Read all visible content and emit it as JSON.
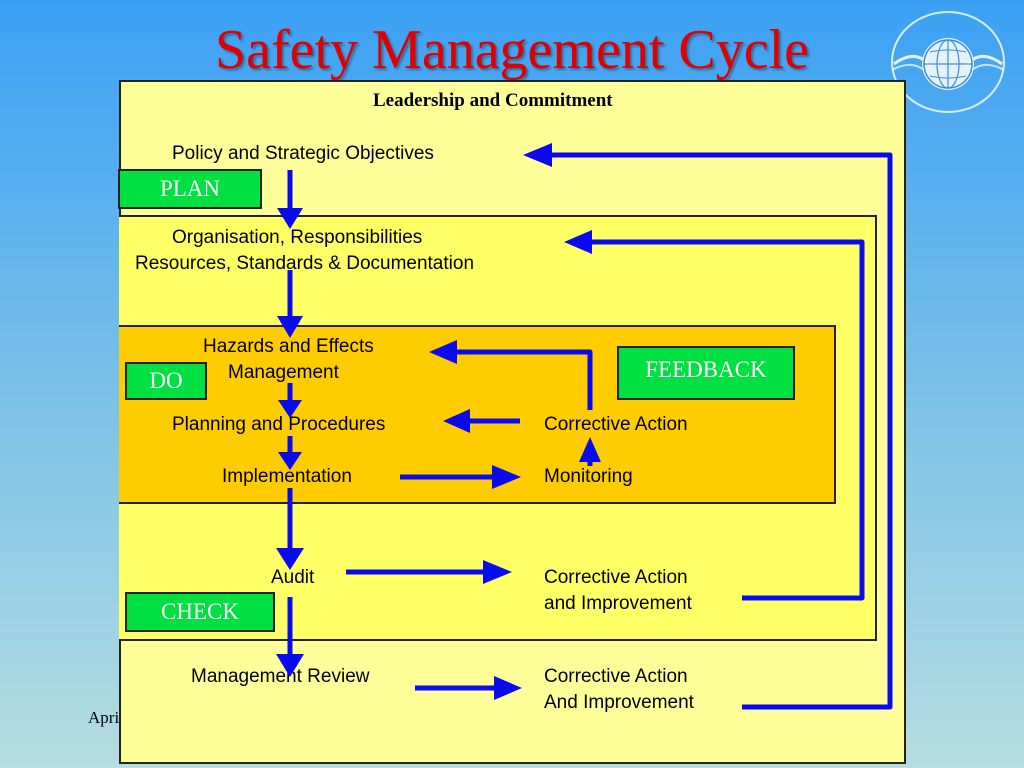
{
  "title": "Safety Management Cycle",
  "footer": "April",
  "header": "Leadership and Commitment",
  "phases": {
    "plan": "PLAN",
    "do": "DO",
    "check": "CHECK",
    "feedback": "FEEDBACK"
  },
  "steps": {
    "policy": "Policy and Strategic Objectives",
    "organisation_line1": "Organisation, Responsibilities",
    "organisation_line2": "Resources, Standards & Documentation",
    "hazards_line1": "Hazards and Effects",
    "hazards_line2": "Management",
    "planning": "Planning and Procedures",
    "implementation": "Implementation",
    "corrective_action": "Corrective Action",
    "monitoring": "Monitoring",
    "audit": "Audit",
    "audit_corrective_line1": "Corrective Action",
    "audit_corrective_line2": "and Improvement",
    "review": "Management Review",
    "review_corrective_line1": "Corrective Action",
    "review_corrective_line2": "And Improvement"
  },
  "colors": {
    "arrow": "#0a0aee",
    "title": "#e00000",
    "phase_tag": "#00e040",
    "outer_box": "#ffff99",
    "inner_box": "#ffcc00"
  }
}
